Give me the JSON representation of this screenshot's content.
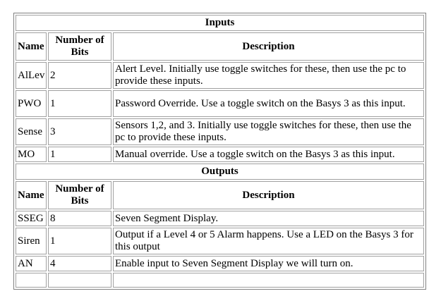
{
  "inputs": {
    "title": "Inputs",
    "headers": {
      "name": "Name",
      "bits": "Number of Bits",
      "description": "Description"
    },
    "rows": [
      {
        "name": "AlLev",
        "bits": "2",
        "description": "Alert Level.  Initially use toggle switches for these, then use the pc to provide these inputs."
      },
      {
        "name": "PWO",
        "bits": "1",
        "description": "Password Override. Use a toggle switch on the Basys 3 as this input."
      },
      {
        "name": "Sense",
        "bits": "3",
        "description": "Sensors 1,2, and 3. Initially use toggle switches for these, then use the pc to provide these inputs."
      },
      {
        "name": "MO",
        "bits": "1",
        "description": "Manual override.  Use a toggle switch on the Basys 3 as this input."
      }
    ]
  },
  "outputs": {
    "title": "Outputs",
    "headers": {
      "name": "Name",
      "bits": "Number of Bits",
      "description": "Description"
    },
    "rows": [
      {
        "name": "SSEG",
        "bits": "8",
        "description": "Seven Segment Display."
      },
      {
        "name": "Siren",
        "bits": "1",
        "description": "Output if a Level 4 or 5 Alarm happens. Use a LED on the Basys 3 for this output"
      },
      {
        "name": "AN",
        "bits": "4",
        "description": "Enable input to Seven Segment Display we will turn on."
      },
      {
        "name": "",
        "bits": "",
        "description": ""
      }
    ]
  }
}
